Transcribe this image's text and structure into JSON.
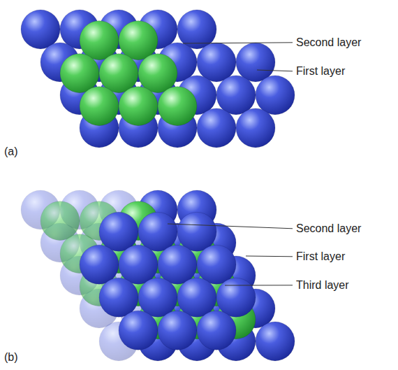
{
  "diagram": {
    "labels": [
      "Second layer",
      "First layer",
      "Second layer",
      "First layer",
      "Third layer",
      "(a)",
      "(b)"
    ]
  }
}
